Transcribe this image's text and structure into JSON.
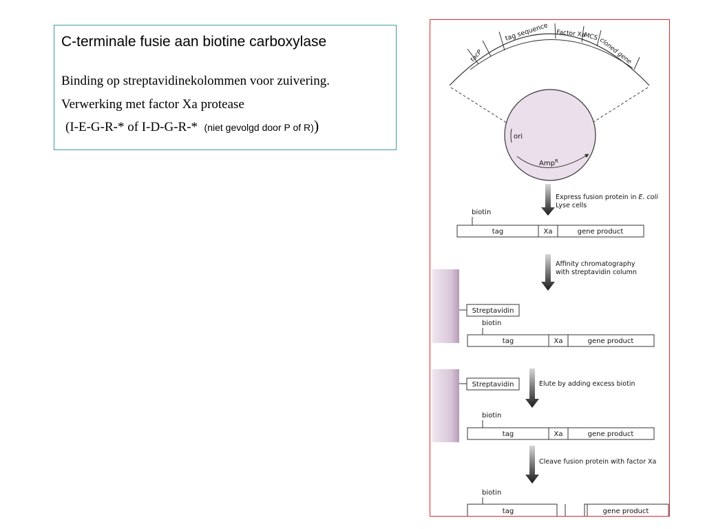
{
  "text_panel": {
    "title": "C-terminale fusie aan biotine carboxylase",
    "line1": "Binding op streptavidinekolommen voor zuivering.",
    "line2": "Verwerking met factor Xa protease",
    "line3_main": "(I-E-G-R-*   of   I-D-G-R-*",
    "line3_note": "(niet gevolgd door P of R)",
    "line3_close": ")"
  },
  "diagram": {
    "plasmid": {
      "segments": [
        "tacP",
        "tag sequence",
        "Factor Xa",
        "MCS",
        "cloned gene"
      ],
      "ori_label": "ori",
      "amp_label": "Amp",
      "amp_superscript": "R",
      "colors": {
        "circle_fill": "#eadfea",
        "stroke": "#333333"
      }
    },
    "steps": [
      {
        "line1": "Express fusion protein in ",
        "line1_italic": "E. coli",
        "line2": "Lyse cells"
      },
      {
        "line1": "Affinity chromatography",
        "line2": "with streptavidin column"
      },
      {
        "line1": "Elute by adding excess biotin",
        "line2": ""
      },
      {
        "line1": "Cleave fusion protein with factor Xa",
        "line2": ""
      }
    ],
    "biotin_label": "biotin",
    "streptavidin_label": "Streptavidin",
    "construct": {
      "tag": "tag",
      "xa": "Xa",
      "gene": "gene product"
    },
    "colors": {
      "column_fill": "#d9c7d9",
      "column_edge": "#a98aa9",
      "border": "#e0262b"
    }
  }
}
